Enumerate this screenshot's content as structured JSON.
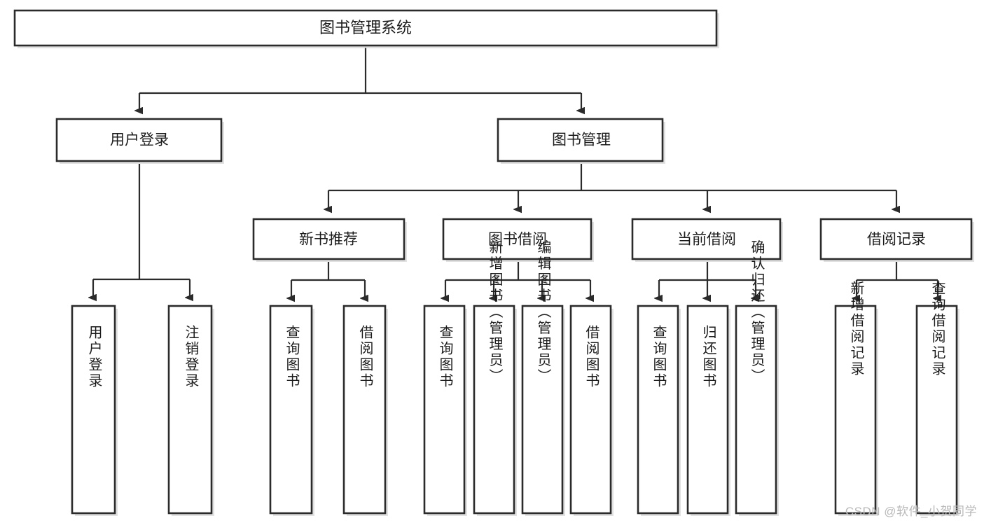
{
  "diagram": {
    "title": "图书管理系统",
    "type": "tree-hierarchy-diagram",
    "colors": {
      "node_border": "#2b2b2b",
      "node_fill": "#ffffff",
      "edge": "#2b2b2b",
      "text": "#1b1b1b",
      "watermark": "#b9b9b9",
      "background": "#ffffff"
    },
    "root": {
      "label": "图书管理系统"
    },
    "level2": [
      {
        "label": "用户登录"
      },
      {
        "label": "图书管理"
      }
    ],
    "level3": [
      {
        "label": "新书推荐"
      },
      {
        "label": "图书借阅"
      },
      {
        "label": "当前借阅"
      },
      {
        "label": "借阅记录"
      }
    ],
    "leaves": {
      "user_login": [
        {
          "label": "用户登录"
        },
        {
          "label": "注销登录"
        }
      ],
      "new_book_recommend": [
        {
          "label": "查询图书"
        },
        {
          "label": "借阅图书"
        }
      ],
      "book_borrow": [
        {
          "label": "查询图书"
        },
        {
          "label": "新增图书（管理员）"
        },
        {
          "label": "编辑图书（管理员）"
        },
        {
          "label": "借阅图书"
        }
      ],
      "current_borrow": [
        {
          "label": "查询图书"
        },
        {
          "label": "归还图书"
        },
        {
          "label": "确认归还（管理员）"
        }
      ],
      "borrow_records": [
        {
          "label": "新增借阅记录"
        },
        {
          "label": "查询借阅记录"
        }
      ]
    }
  },
  "watermark": {
    "text": "CSDN @软件_小贺同学"
  }
}
